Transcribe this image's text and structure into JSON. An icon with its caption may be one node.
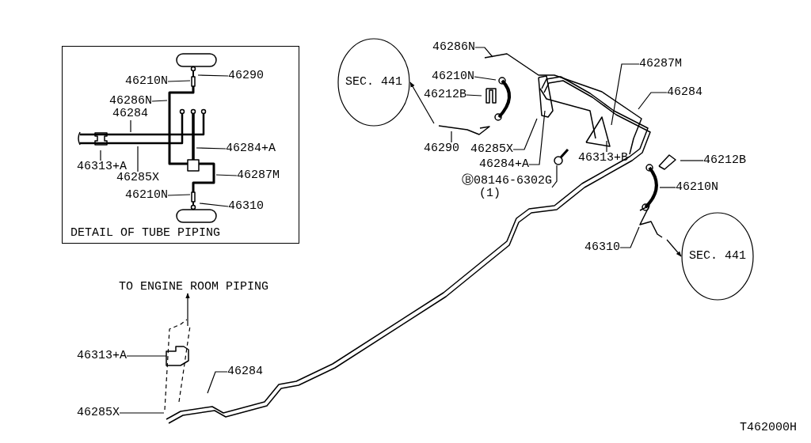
{
  "diagram": {
    "nodes": [
      {
        "text": [
          "DETAIL OF TUBE PIPING"
        ]
      },
      {
        "text": [
          "46210N"
        ],
        "in": 0
      },
      {
        "text": [
          "46290"
        ],
        "in": 0
      },
      {
        "text": [
          "46286N"
        ],
        "in": 0
      },
      {
        "text": [
          "46284"
        ],
        "in": 0
      },
      {
        "text": [
          "46284+A"
        ],
        "in": 0
      },
      {
        "text": [
          "46313+A"
        ],
        "in": 0
      },
      {
        "text": [
          "46285X"
        ],
        "in": 0
      },
      {
        "text": [
          "46287M"
        ],
        "in": 0
      },
      {
        "text": [
          "46210N"
        ],
        "in": 0
      },
      {
        "text": [
          "46310"
        ],
        "in": 0
      },
      {
        "text": [
          "SEC. 441"
        ]
      },
      {
        "text": [
          "46286N"
        ]
      },
      {
        "text": [
          "46210N"
        ]
      },
      {
        "text": [
          "46212B"
        ]
      },
      {
        "text": [
          "46290"
        ]
      },
      {
        "text": [
          "46285X"
        ]
      },
      {
        "text": [
          "46284+A"
        ]
      },
      {
        "text": [
          "46287M"
        ]
      },
      {
        "text": [
          "46284"
        ]
      },
      {
        "text": [
          "46313+B"
        ]
      },
      {
        "text": [
          "Ⓑ08146-6302G",
          "(1)"
        ]
      },
      {
        "text": [
          "46212B"
        ]
      },
      {
        "text": [
          "46210N"
        ]
      },
      {
        "text": [
          "46310"
        ]
      },
      {
        "text": [
          "SEC. 441"
        ]
      },
      {
        "text": [
          "TO ENGINE ROOM PIPING"
        ]
      },
      {
        "text": [
          "46313+A"
        ]
      },
      {
        "text": [
          "46284"
        ]
      },
      {
        "text": [
          "46285X"
        ]
      },
      {
        "text": [],
        "shape": "picture"
      }
    ],
    "edges": [
      {
        "from": 1,
        "to": null,
        "arrow": "none"
      },
      {
        "from": 2,
        "to": null,
        "arrow": "none"
      },
      {
        "from": 3,
        "to": null,
        "arrow": "none"
      },
      {
        "from": 4,
        "to": null,
        "arrow": "none"
      },
      {
        "from": 5,
        "to": null,
        "arrow": "none"
      },
      {
        "from": 6,
        "to": null,
        "arrow": "none"
      },
      {
        "from": 7,
        "to": null,
        "arrow": "none"
      },
      {
        "from": 8,
        "to": null,
        "arrow": "none"
      },
      {
        "from": 9,
        "to": null,
        "arrow": "none"
      },
      {
        "from": 10,
        "to": null,
        "arrow": "none"
      },
      {
        "from": null,
        "to": 11,
        "arrow": "to"
      },
      {
        "from": 12,
        "to": null,
        "arrow": "none"
      },
      {
        "from": 13,
        "to": null,
        "arrow": "none"
      },
      {
        "from": 14,
        "to": null,
        "arrow": "none"
      },
      {
        "from": 15,
        "to": null,
        "arrow": "none"
      },
      {
        "from": 16,
        "to": null,
        "arrow": "none"
      },
      {
        "from": 17,
        "to": null,
        "arrow": "none"
      },
      {
        "from": 18,
        "to": null,
        "arrow": "none"
      },
      {
        "from": 19,
        "to": null,
        "arrow": "none"
      },
      {
        "from": 20,
        "to": null,
        "arrow": "none"
      },
      {
        "from": 21,
        "to": 30,
        "arrow": "none"
      },
      {
        "from": 22,
        "to": null,
        "arrow": "none"
      },
      {
        "from": 23,
        "to": null,
        "arrow": "none"
      },
      {
        "from": 24,
        "to": null,
        "arrow": "none"
      },
      {
        "from": null,
        "to": 25,
        "arrow": "to"
      },
      {
        "from": null,
        "to": 26,
        "arrow": "to"
      },
      {
        "from": 27,
        "to": null,
        "arrow": "none"
      },
      {
        "from": 28,
        "to": null,
        "arrow": "none"
      },
      {
        "from": 29,
        "to": null,
        "arrow": "none"
      }
    ],
    "labels": [
      "T462000H"
    ]
  }
}
